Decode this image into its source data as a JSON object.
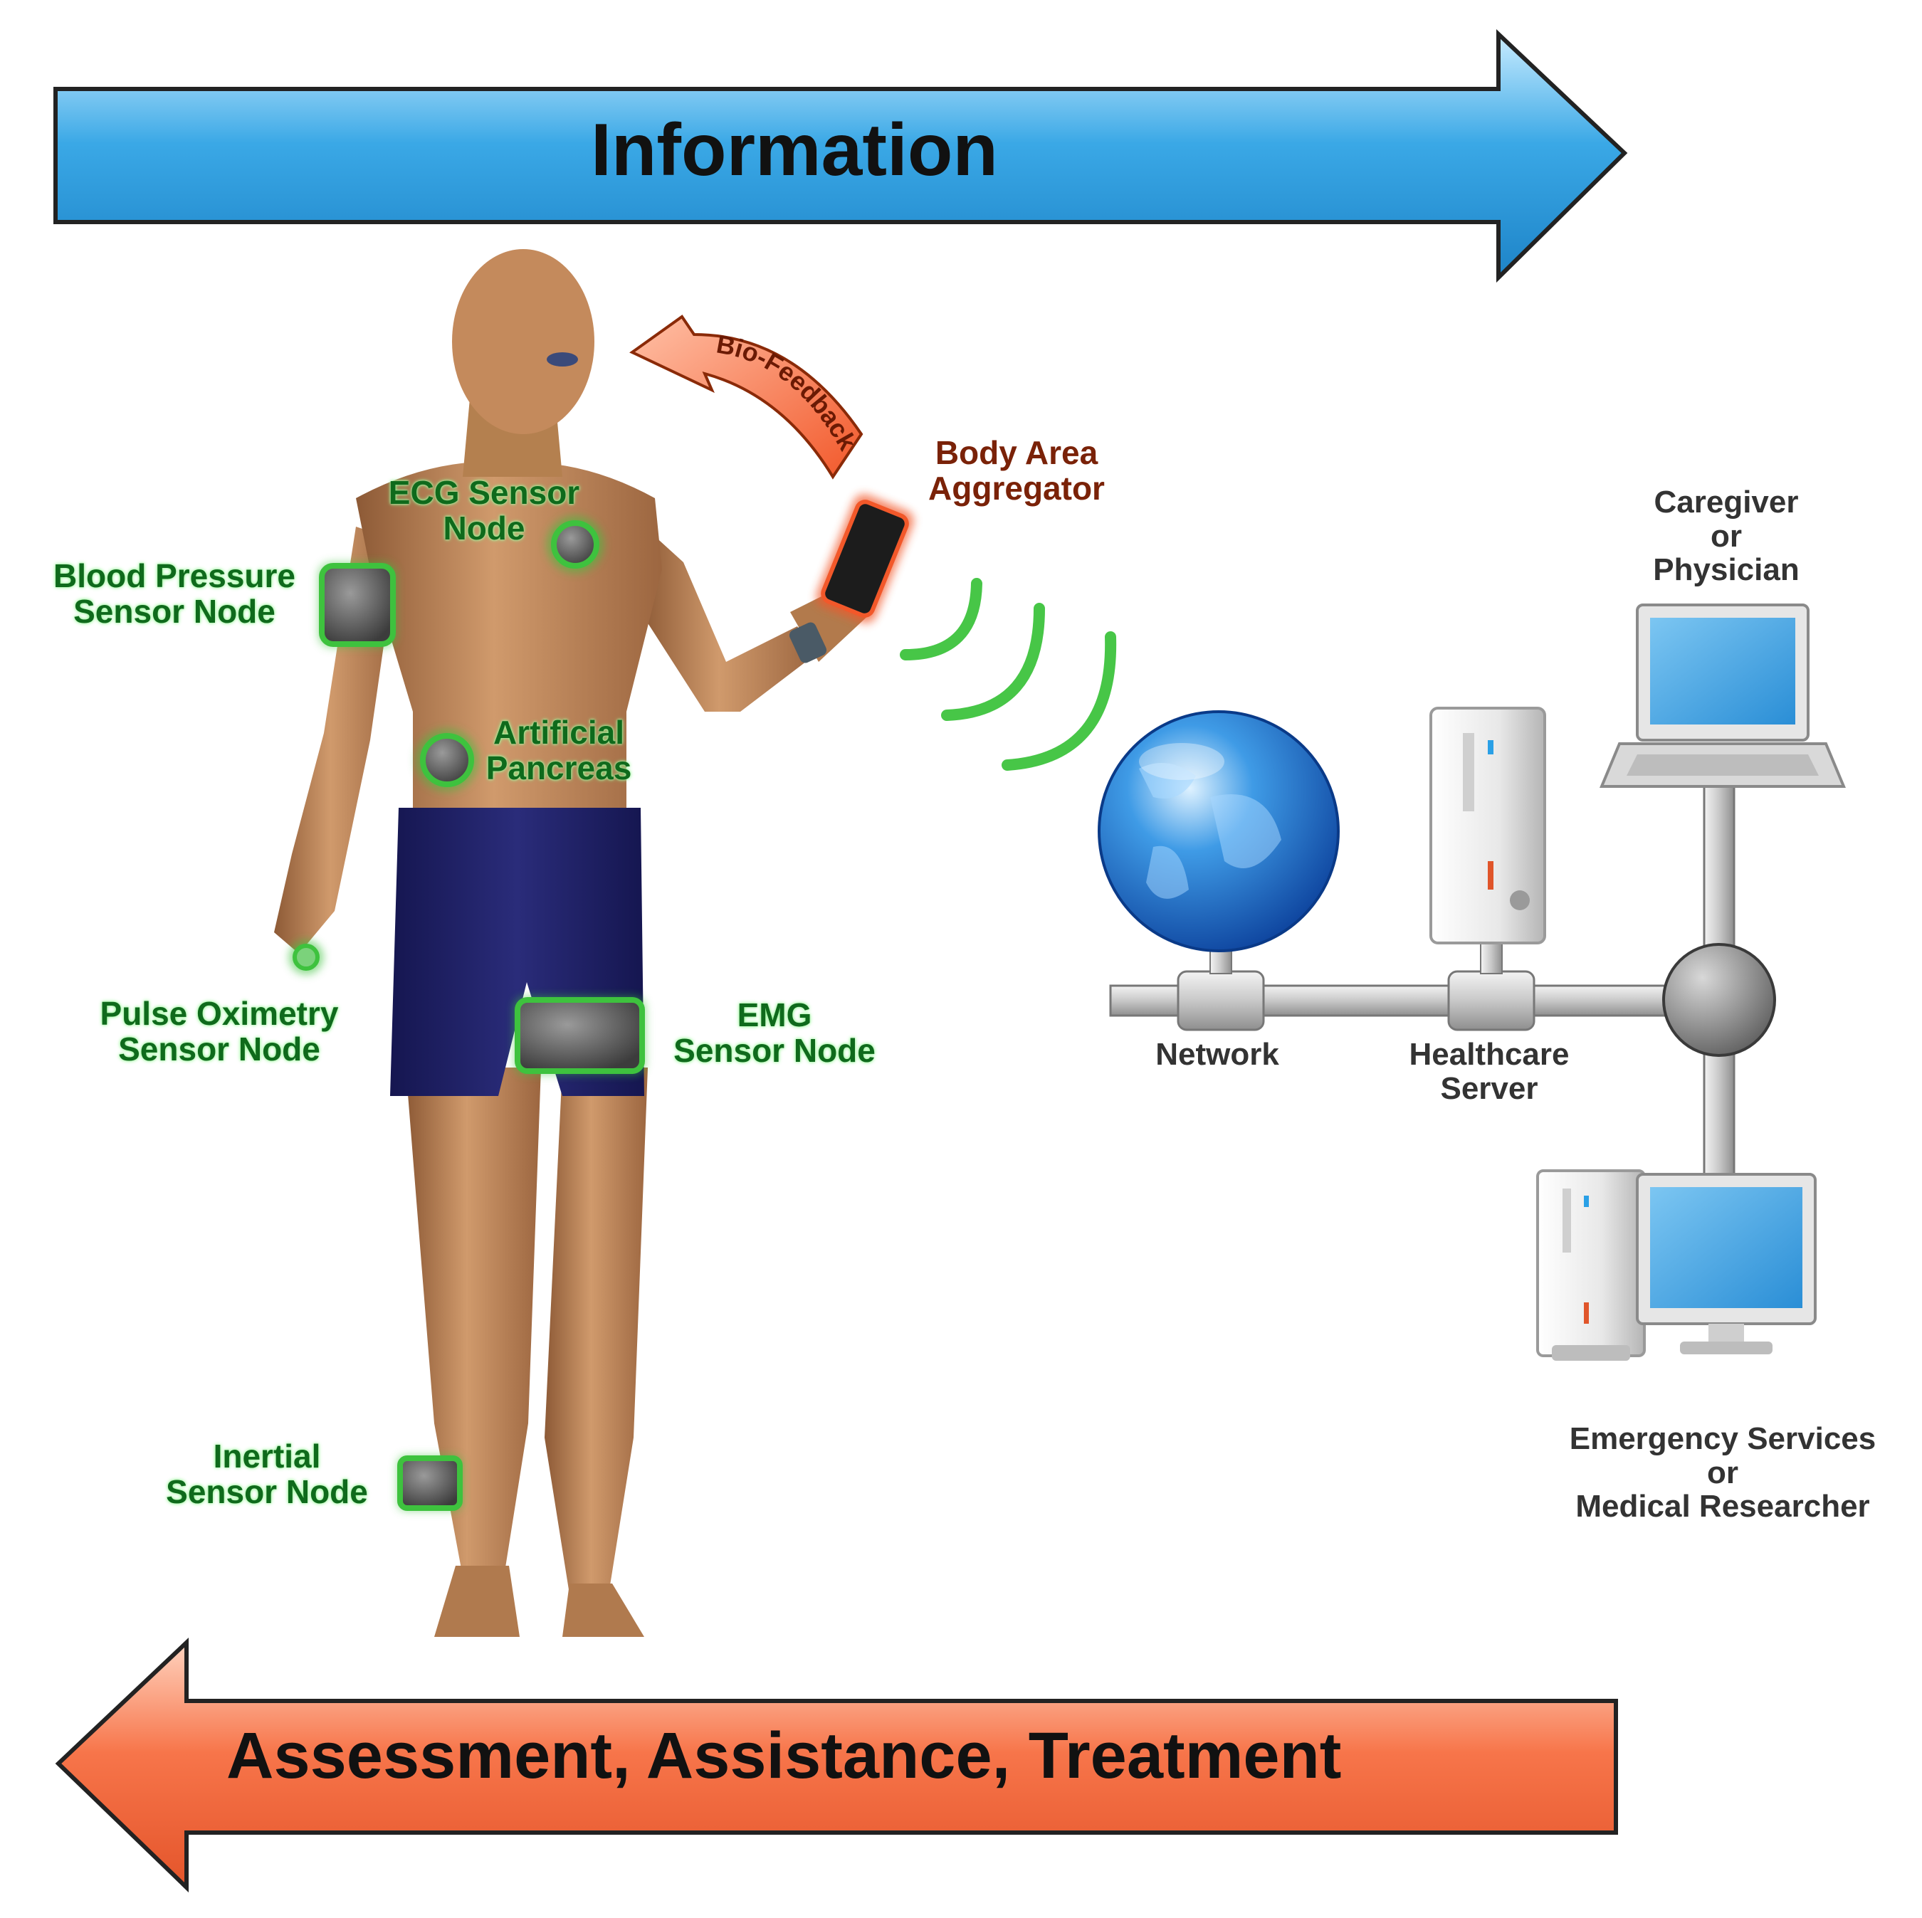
{
  "banners": {
    "information": "Information",
    "assessment": "Assessment, Assistance, Treatment"
  },
  "bio_feedback": "Bio-Feedback",
  "sensors": {
    "ecg": [
      "ECG Sensor",
      "Node"
    ],
    "blood_pressure": [
      "Blood Pressure",
      "Sensor Node"
    ],
    "artificial_pancreas": [
      "Artificial",
      "Pancreas"
    ],
    "pulse_oximetry": [
      "Pulse Oximetry",
      "Sensor Node"
    ],
    "emg": [
      "EMG",
      "Sensor Node"
    ],
    "inertial": [
      "Inertial",
      "Sensor Node"
    ]
  },
  "devices": {
    "aggregator": [
      "Body Area",
      "Aggregator"
    ],
    "caregiver": [
      "Caregiver",
      "or",
      "Physician"
    ],
    "network": [
      "Network"
    ],
    "server": [
      "Healthcare",
      "Server"
    ],
    "emergency": [
      "Emergency Services",
      "or",
      "Medical Researcher"
    ]
  },
  "colors": {
    "info_arrow": "#3aa8e6",
    "treatment_arrow": "#f7754a",
    "sensor_glow": "#3ec23e",
    "skin": "#c48a5c",
    "shorts": "#1f2166",
    "screen": "#3a9ee0"
  }
}
